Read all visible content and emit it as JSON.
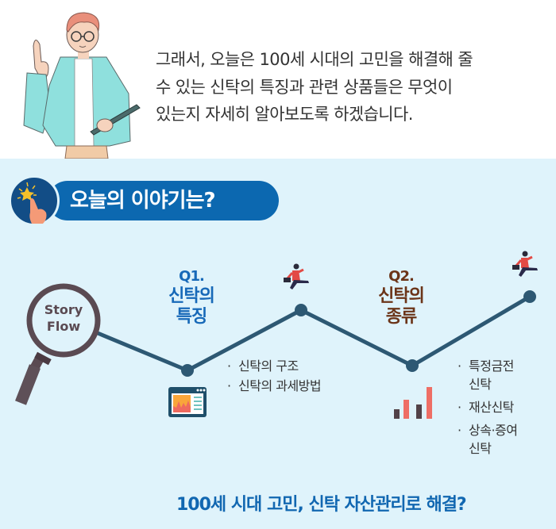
{
  "intro": {
    "lines": [
      "그래서, 오늘은 100세 시대의 고민을 해결해 줄",
      "수 있는 신탁의 특징과 관련 상품들은 무엇이",
      "있는지 자세히 알아보도록 하겠습니다."
    ]
  },
  "header": {
    "title": "오늘의 이야기는?",
    "icon": "star-tap-icon"
  },
  "story_flow": {
    "label_line1": "Story",
    "label_line2": "Flow",
    "icon": "magnifier-icon"
  },
  "q1": {
    "number": "Q1.",
    "title_line1": "신탁의",
    "title_line2": "특징",
    "bullets": [
      "신탁의 구조",
      "신탁의 과세방법"
    ],
    "icon": "browser-chart-icon"
  },
  "q2": {
    "number": "Q2.",
    "title_line1": "신탁의",
    "title_line2": "종류",
    "bullets": [
      {
        "line1": "특정금전",
        "line2": "신탁"
      },
      {
        "line1": "재산신탁",
        "line2": ""
      },
      {
        "line1": "상속·증여",
        "line2": "신탁"
      }
    ],
    "icon": "bar-chart-icon"
  },
  "tagline": "100세 시대 고민, 신탁 자산관리로 해결?",
  "colors": {
    "background_top": "#ffffff",
    "background_bottom": "#dff3fb",
    "header_pill": "#0c68b0",
    "header_icon_circle": "#124d86",
    "q1_title": "#1769b8",
    "q2_title": "#6b3418",
    "flow_line": "#2d5873",
    "magnifier": "#5a4a52",
    "tagline": "#1167b1"
  }
}
